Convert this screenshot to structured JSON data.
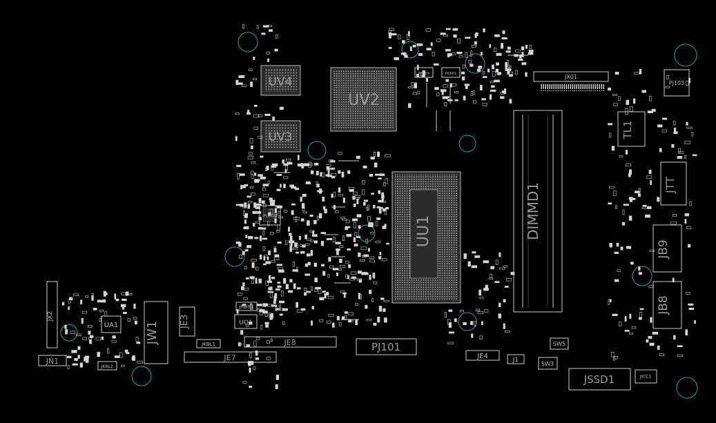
{
  "diagram": {
    "background": "#000000",
    "hole_color": "#1aa6b5",
    "components": [
      {
        "id": "uv4",
        "label": "UV4"
      },
      {
        "id": "uv3",
        "label": "UV3"
      },
      {
        "id": "uv2",
        "label": "UV2"
      },
      {
        "id": "uu1",
        "label": "UU1"
      },
      {
        "id": "dimmd1",
        "label": "DIMMD1"
      },
      {
        "id": "tl1",
        "label": "TL1"
      },
      {
        "id": "pj103",
        "label": "PJ103"
      },
      {
        "id": "jx01",
        "label": "JX01"
      },
      {
        "id": "jtt",
        "label": "JTT"
      },
      {
        "id": "jb9",
        "label": "JB9"
      },
      {
        "id": "jb8",
        "label": "JB8"
      },
      {
        "id": "jx2",
        "label": "JX2"
      },
      {
        "id": "jn1",
        "label": "JN1"
      },
      {
        "id": "ua1",
        "label": "UA1"
      },
      {
        "id": "jkbl2",
        "label": "JKBL2"
      },
      {
        "id": "jw1",
        "label": "JW1"
      },
      {
        "id": "je3",
        "label": "JE3"
      },
      {
        "id": "jkbl1",
        "label": "JKBL1"
      },
      {
        "id": "je7",
        "label": "JE7"
      },
      {
        "id": "je8",
        "label": "JE8"
      },
      {
        "id": "jrb01",
        "label": "JRB01"
      },
      {
        "id": "uo1",
        "label": "UO1"
      },
      {
        "id": "pj101",
        "label": "PJ101"
      },
      {
        "id": "je4",
        "label": "JE4"
      },
      {
        "id": "j1",
        "label": "J1"
      },
      {
        "id": "sw5",
        "label": "SW5"
      },
      {
        "id": "sw3",
        "label": "SW3"
      },
      {
        "id": "jssd1",
        "label": "JSSD1"
      },
      {
        "id": "jrtc1",
        "label": "JRTC1"
      },
      {
        "id": "pu602",
        "label": "PU602"
      },
      {
        "id": "pc803",
        "label": "PC803"
      },
      {
        "id": "pq601",
        "label": "PQ601"
      }
    ]
  }
}
